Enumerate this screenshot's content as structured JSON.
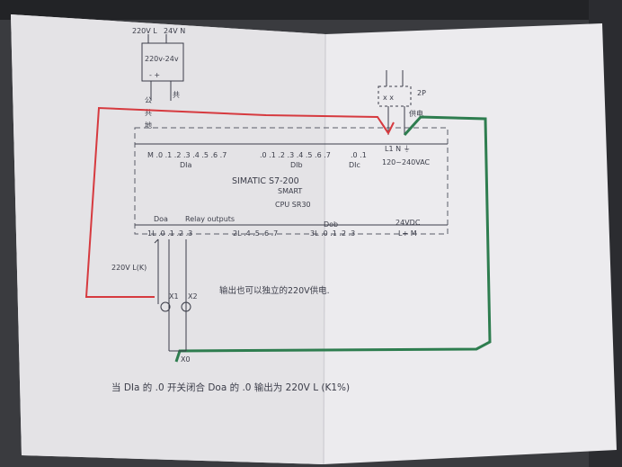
{
  "photo": {
    "paper_color": "#efeef0",
    "ink_color": "#3b3d49",
    "red_wire_color": "#d63a3f",
    "green_wire_color": "#2e7d4f"
  },
  "power_supply": {
    "input_label": "220V L",
    "output_label": "24V N",
    "module_label": "220v-24v",
    "terminals_label": "-  +"
  },
  "ground_labels": {
    "ground": "公共地",
    "pole_top": "公",
    "pole_mid": "共",
    "pole_bot": "地",
    "mark": "共"
  },
  "breaker": {
    "label": "2P",
    "poles": "x  x"
  },
  "plc": {
    "model_line1": "SIMATIC S7-200",
    "model_line2": "SMART",
    "cpu": "CPU SR30",
    "inputs_terminals": "M .0 .1 .2 .3 .4 .5 .6 .7",
    "inputs_terminals_b": ".0 .1 .2 .3 .4 .5 .6 .7",
    "inputs_terminals_c": ".0 .1",
    "group_dia": "DIa",
    "group_dib": "DIb",
    "group_dic": "DIc",
    "power_terminals": "L1  N  ⏚",
    "power_label": "120~240VAC",
    "top_right_note": "供电",
    "out_group_doa": "Doa",
    "out_group_dob": "Dob",
    "relay_outputs": "Relay outputs",
    "outputs_row_a": "1L  .0  .1 .2 .3",
    "outputs_row_b": "2L .4 .5 .6 .7",
    "outputs_row_c": "3L .0 .1 .2 .3",
    "dc24": "24VDC",
    "dc24_terms": "L+  M"
  },
  "loads": {
    "supply_label": "220V L(K)",
    "x1": "X1",
    "x2": "X2",
    "x0": "X0"
  },
  "notes": {
    "middle_note": "输出也可以独立的220V供电.",
    "bottom_note": "当 DIa 的 .0 开关闭合  Doa 的 .0 输出为 220V L (K1%)"
  }
}
